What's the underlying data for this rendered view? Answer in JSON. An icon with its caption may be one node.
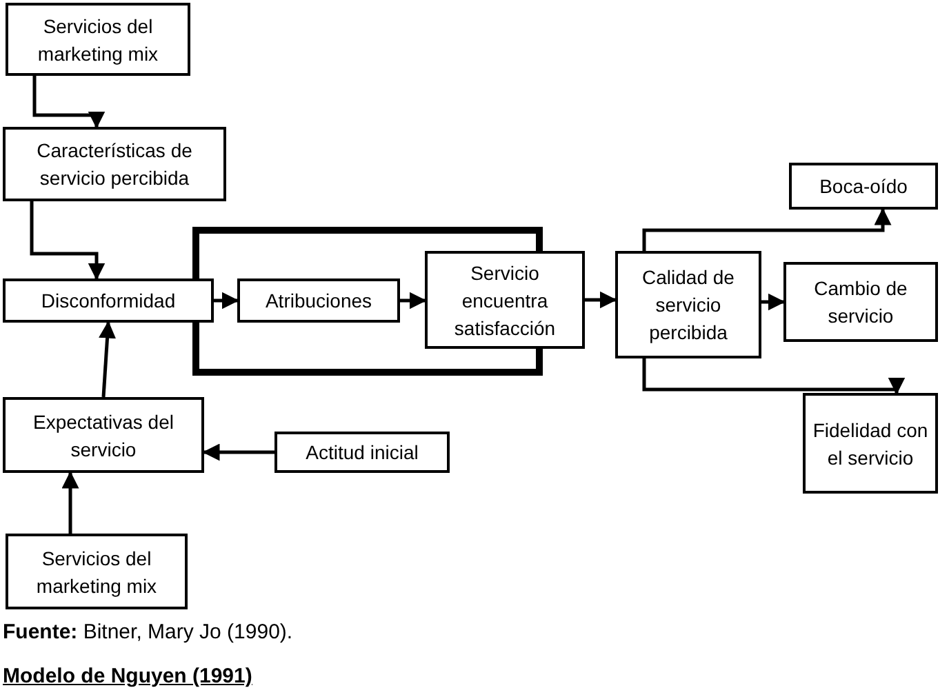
{
  "diagram": {
    "nodes": [
      {
        "text": [
          "Servicios del marketing mix"
        ]
      },
      {
        "text": [
          "Características de servicio percibida"
        ]
      },
      {
        "text": [
          "Disconformidad"
        ]
      },
      {
        "text": [
          "Atribuciones"
        ]
      },
      {
        "text": [
          "Servicio encuentra satisfacción"
        ]
      },
      {
        "text": [
          "Calidad de servicio percibida"
        ]
      },
      {
        "text": [
          "Boca-oído"
        ]
      },
      {
        "text": [
          "Cambio de servicio"
        ]
      },
      {
        "text": [
          "Fidelidad con el servicio"
        ]
      },
      {
        "text": [
          "Expectativas del servicio"
        ]
      },
      {
        "text": [
          "Actitud inicial"
        ]
      },
      {
        "text": [
          "Servicios del marketing mix"
        ]
      }
    ],
    "edges": [
      {
        "from": 0,
        "to": 1,
        "arrow": "to"
      },
      {
        "from": 1,
        "to": 2,
        "arrow": "to"
      },
      {
        "from": 9,
        "to": 2,
        "arrow": "to"
      },
      {
        "from": 2,
        "to": 3,
        "arrow": "to"
      },
      {
        "from": 3,
        "to": 4,
        "arrow": "to"
      },
      {
        "from": 4,
        "to": 5,
        "arrow": "to"
      },
      {
        "from": 5,
        "to": 6,
        "arrow": "to"
      },
      {
        "from": 5,
        "to": 7,
        "arrow": "to"
      },
      {
        "from": 5,
        "to": 8,
        "arrow": "to"
      },
      {
        "from": 10,
        "to": 9,
        "arrow": "to"
      },
      {
        "from": 11,
        "to": 9,
        "arrow": "to"
      }
    ],
    "labels": [
      "**Fuente:** Bitner, Mary Jo (1990).",
      "Modelo de Nguyen (1991)"
    ]
  }
}
